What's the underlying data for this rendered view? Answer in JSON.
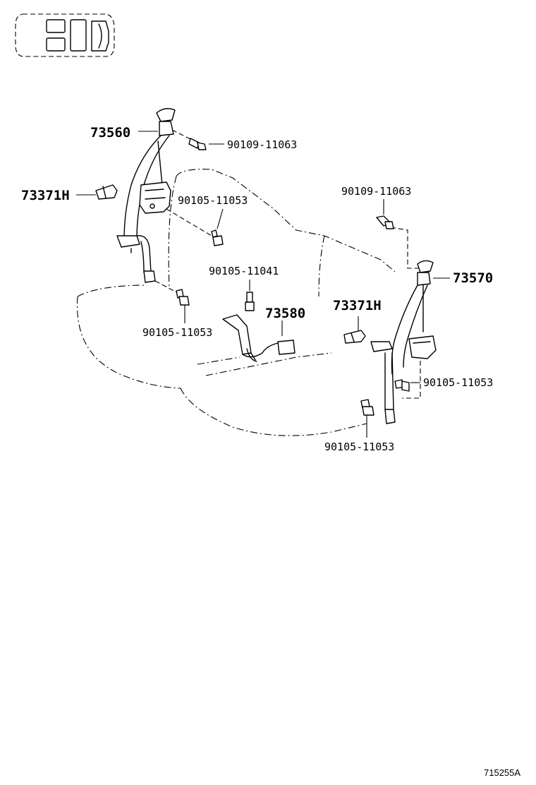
{
  "labels": {
    "belt_left": "73560",
    "belt_right": "73570",
    "buckle": "73580",
    "cover_left": "73371H",
    "cover_right": "73371H",
    "bolt_upper_left": "90109-11063",
    "bolt_upper_right": "90109-11063",
    "bolt_retractor_left": "90105-11053",
    "bolt_buckle": "90105-11041",
    "bolt_floor_left": "90105-11053",
    "bolt_retractor_right": "90105-11053",
    "bolt_floor_right": "90105-11053"
  },
  "illustration_id": "715255A"
}
